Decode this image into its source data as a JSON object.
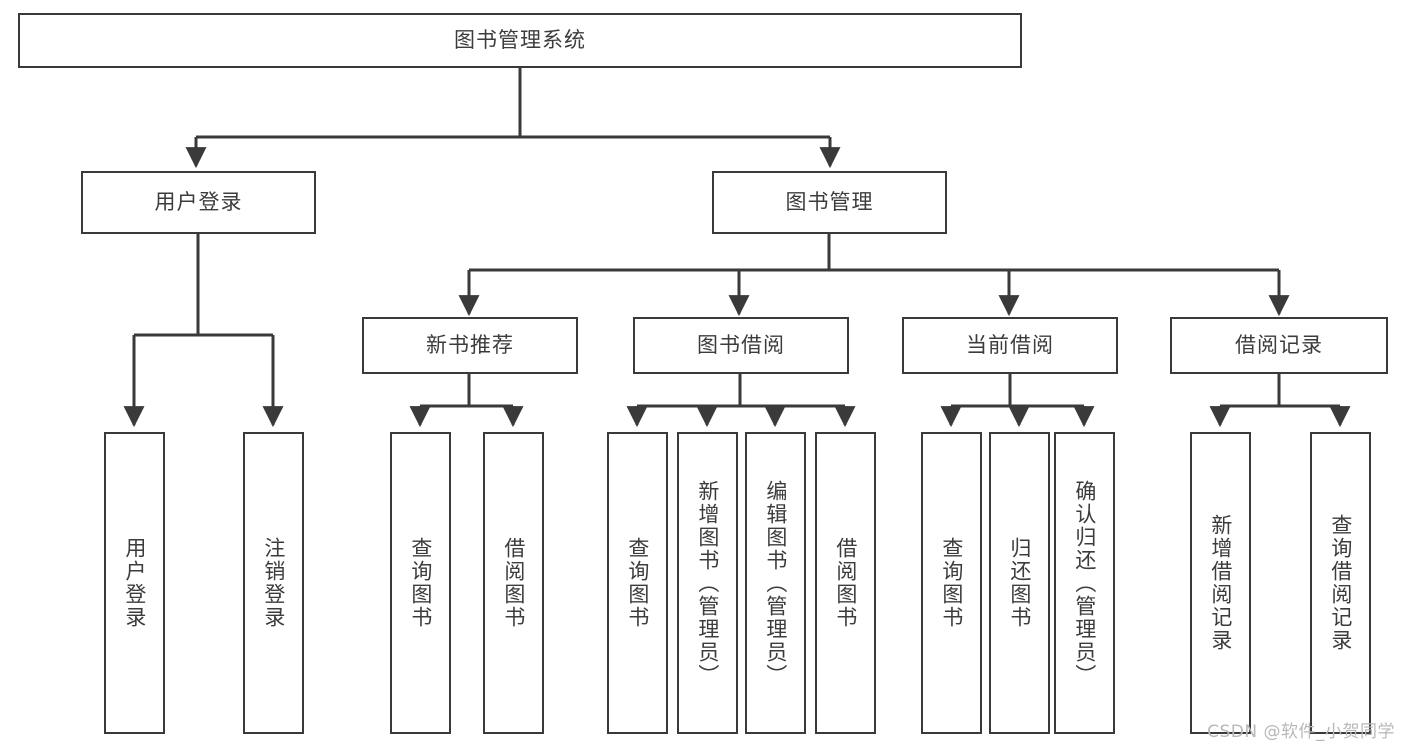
{
  "diagram": {
    "title_node": "图书管理系统",
    "type": "hierarchy-tree",
    "watermark": "CSDN @软件_小贺同学",
    "colors": {
      "box_border": "#3a3a3a",
      "box_fill": "#ffffff",
      "text": "#3c3c3c",
      "link": "#3a3a3a",
      "watermark": "#b8b8b8",
      "background": "#ffffff"
    },
    "nodes": {
      "root": {
        "label": "图书管理系统"
      },
      "level2": [
        {
          "id": "user-login",
          "label": "用户登录"
        },
        {
          "id": "book-manage",
          "label": "图书管理"
        }
      ],
      "level3": [
        {
          "id": "new-book-recommend",
          "label": "新书推荐"
        },
        {
          "id": "book-borrow",
          "label": "图书借阅"
        },
        {
          "id": "current-borrow",
          "label": "当前借阅"
        },
        {
          "id": "borrow-record",
          "label": "借阅记录"
        }
      ],
      "leaves": {
        "user-login": [
          {
            "id": "leaf-user-login",
            "label": "用户登录"
          },
          {
            "id": "leaf-user-logout",
            "label": "注销登录"
          }
        ],
        "new-book-recommend": [
          {
            "id": "leaf-query-book-1",
            "label": "查询图书"
          },
          {
            "id": "leaf-borrow-book-1",
            "label": "借阅图书"
          }
        ],
        "book-borrow": [
          {
            "id": "leaf-query-book-2",
            "label": "查询图书"
          },
          {
            "id": "leaf-add-book",
            "label": "新增图书（管理员）"
          },
          {
            "id": "leaf-edit-book",
            "label": "编辑图书（管理员）"
          },
          {
            "id": "leaf-borrow-book-2",
            "label": "借阅图书"
          }
        ],
        "current-borrow": [
          {
            "id": "leaf-query-book-3",
            "label": "查询图书"
          },
          {
            "id": "leaf-return-book",
            "label": "归还图书"
          },
          {
            "id": "leaf-confirm-return",
            "label": "确认归还（管理员）"
          }
        ],
        "borrow-record": [
          {
            "id": "leaf-add-record",
            "label": "新增借阅记录"
          },
          {
            "id": "leaf-query-record",
            "label": "查询借阅记录"
          }
        ]
      }
    }
  }
}
